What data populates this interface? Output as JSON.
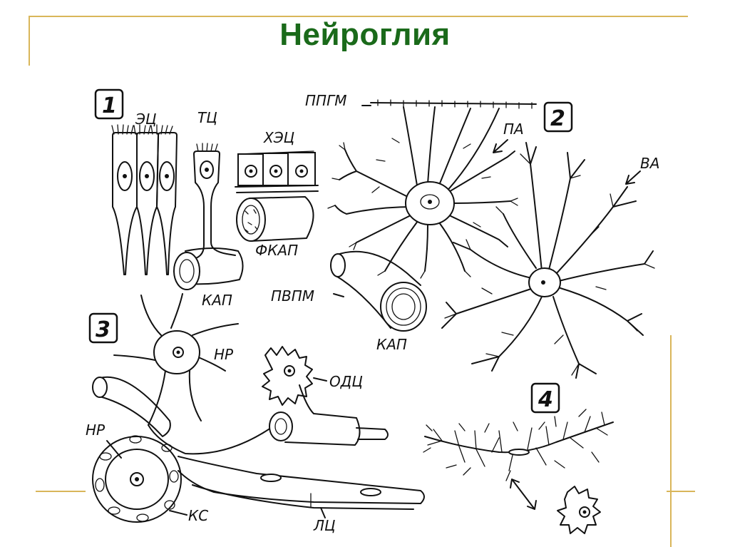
{
  "title": "Нейроглия",
  "colors": {
    "title": "#1a6a1a",
    "rule": "#d9b65a"
  },
  "figure": {
    "panel_numbers": [
      "1",
      "2",
      "3",
      "4"
    ],
    "labels": {
      "ec": "ЭЦ",
      "tc": "ТЦ",
      "hec": "ХЭЦ",
      "fkap": "ФКАП",
      "kap1": "КАП",
      "ppgm": "ППГМ",
      "pa": "ПА",
      "va": "ВА",
      "pvpm": "ПВПМ",
      "kap2": "КАП",
      "nr1": "НР",
      "odc": "ОДЦ",
      "nr2": "НР",
      "ks": "КС",
      "lc": "ЛЦ"
    }
  }
}
